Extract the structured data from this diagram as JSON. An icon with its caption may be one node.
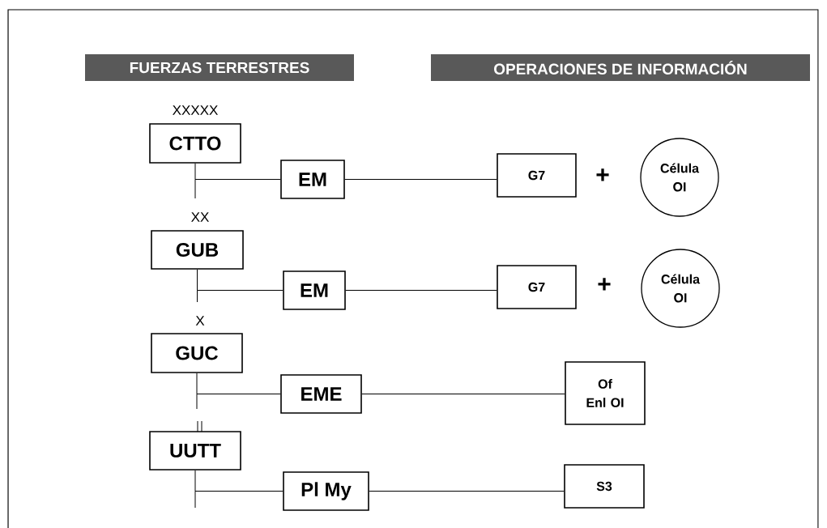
{
  "diagram": {
    "nodes": [
      {
        "text": [
          "FUERZAS TERRESTRES"
        ]
      },
      {
        "text": [
          "OPERACIONES DE INFORMACIÓN"
        ]
      },
      {
        "text": [
          "CTTO"
        ],
        "beside": [
          "XXXXX"
        ]
      },
      {
        "text": [
          "EM"
        ]
      },
      {
        "text": [
          "G7"
        ]
      },
      {
        "text": [
          "Célula OI"
        ]
      },
      {
        "text": [
          "GUB"
        ],
        "beside": [
          "XX"
        ]
      },
      {
        "text": [
          "EM"
        ]
      },
      {
        "text": [
          "G7"
        ]
      },
      {
        "text": [
          "Célula OI"
        ]
      },
      {
        "text": [
          "GUC"
        ],
        "beside": [
          "X"
        ]
      },
      {
        "text": [
          "EME"
        ]
      },
      {
        "text": [
          "Of Enl OI"
        ]
      },
      {
        "text": [
          "UUTT"
        ]
      },
      {
        "text": [
          "Pl My"
        ]
      },
      {
        "text": [
          "S3"
        ]
      }
    ],
    "edges": [
      {
        "from": 2,
        "to": 3,
        "arrow": "none"
      },
      {
        "from": 3,
        "to": 4,
        "arrow": "none"
      },
      {
        "from": 6,
        "to": 7,
        "arrow": "none"
      },
      {
        "from": 7,
        "to": 8,
        "arrow": "none"
      },
      {
        "from": 10,
        "to": 11,
        "arrow": "none"
      },
      {
        "from": 11,
        "to": 12,
        "arrow": "none"
      },
      {
        "from": 13,
        "to": 14,
        "arrow": "none"
      },
      {
        "from": 14,
        "to": 15,
        "arrow": "none"
      }
    ],
    "labels": [
      "+",
      "+"
    ]
  }
}
